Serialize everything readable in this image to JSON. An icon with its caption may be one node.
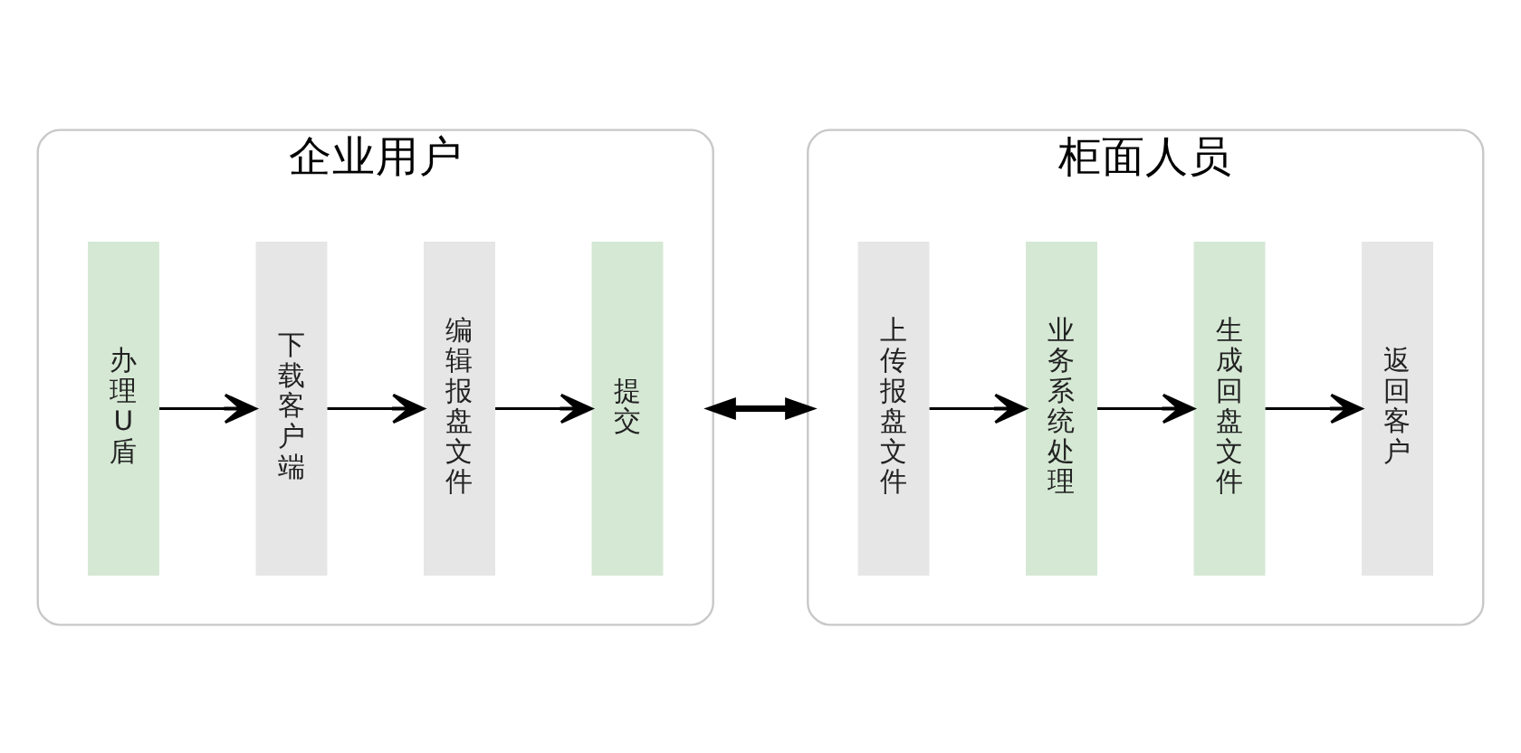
{
  "diagram": {
    "nodes": [
      {
        "text": [
          "企业用户"
        ]
      },
      {
        "text": [
          "办理U盾"
        ],
        "in": 0
      },
      {
        "text": [
          "下载客户端"
        ],
        "in": 0
      },
      {
        "text": [
          "编辑报盘文件"
        ],
        "in": 0
      },
      {
        "text": [
          "提交"
        ],
        "in": 0
      },
      {
        "text": [
          "柜面人员"
        ]
      },
      {
        "text": [
          "上传报盘文件"
        ],
        "in": 5
      },
      {
        "text": [
          "业务系统处理"
        ],
        "in": 5
      },
      {
        "text": [
          "生成回盘文件"
        ],
        "in": 5
      },
      {
        "text": [
          "返回客户"
        ],
        "in": 5
      }
    ],
    "edges": [
      {
        "from": 1,
        "to": 2,
        "arrow": "to"
      },
      {
        "from": 2,
        "to": 3,
        "arrow": "to"
      },
      {
        "from": 3,
        "to": 4,
        "arrow": "to"
      },
      {
        "from": 0,
        "to": 5,
        "arrow": "both",
        "style": "thick"
      },
      {
        "from": 6,
        "to": 7,
        "arrow": "to"
      },
      {
        "from": 7,
        "to": 8,
        "arrow": "to"
      },
      {
        "from": 8,
        "to": 9,
        "arrow": "to"
      }
    ]
  }
}
